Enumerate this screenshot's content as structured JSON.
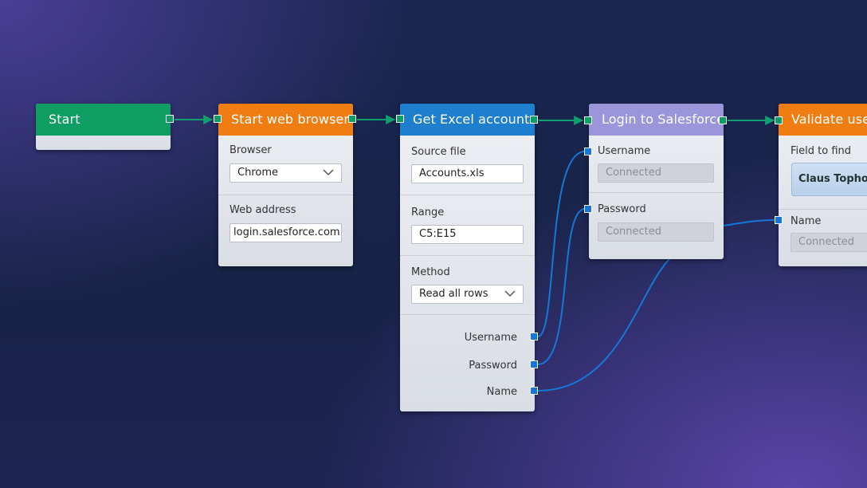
{
  "colors": {
    "start": "#0e9e63",
    "browser": "#ef7d12",
    "excel": "#1e7fcf",
    "salesforce": "#9b95dc",
    "validate": "#ef7d12",
    "flow_wire": "#10a070",
    "data_wire": "#1677d8"
  },
  "nodes": {
    "start": {
      "title": "Start"
    },
    "browser": {
      "title": "Start web browser",
      "browser_label": "Browser",
      "browser_value": "Chrome",
      "address_label": "Web address",
      "address_value": "login.salesforce.com"
    },
    "excel": {
      "title": "Get Excel accounts",
      "source_label": "Source file",
      "source_value": "Accounts.xls",
      "range_label": "Range",
      "range_value": "C5:E15",
      "method_label": "Method",
      "method_value": "Read all rows",
      "outputs": [
        "Username",
        "Password",
        "Name"
      ]
    },
    "salesforce": {
      "title": "Login to Salesforce",
      "username_label": "Username",
      "username_value": "Connected",
      "password_label": "Password",
      "password_value": "Connected"
    },
    "validate": {
      "title": "Validate user",
      "field_label": "Field to find",
      "field_value": "Claus Tophol",
      "name_label": "Name",
      "name_value": "Connected"
    }
  }
}
